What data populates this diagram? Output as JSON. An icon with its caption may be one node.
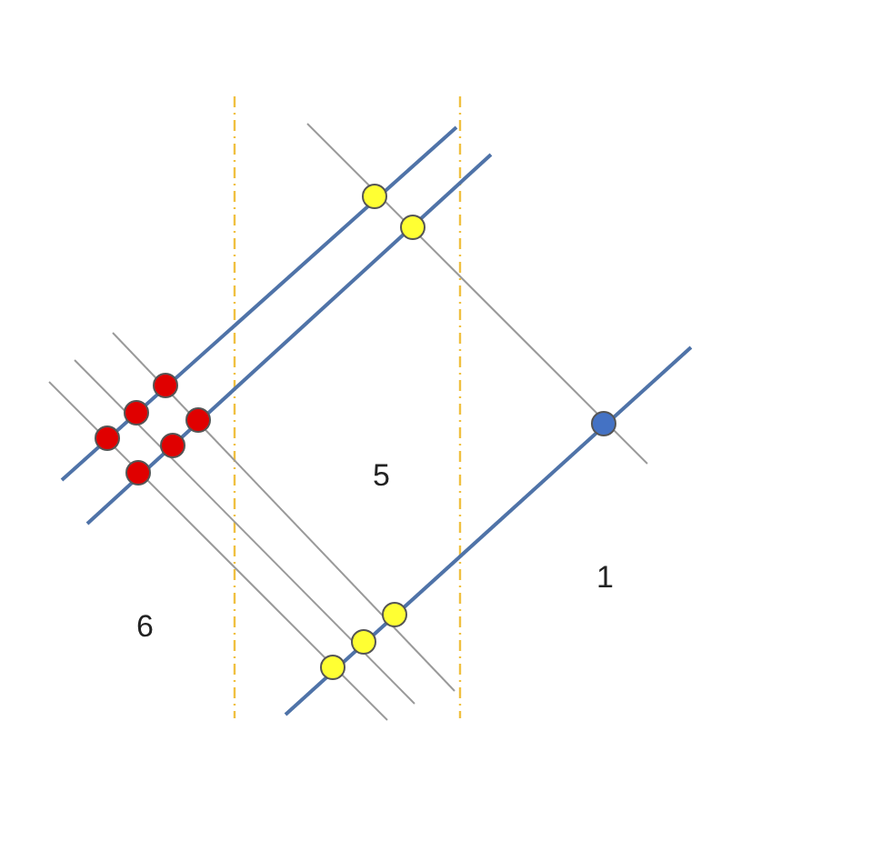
{
  "diagram": {
    "labels": [
      "5",
      "1",
      "6"
    ]
  }
}
